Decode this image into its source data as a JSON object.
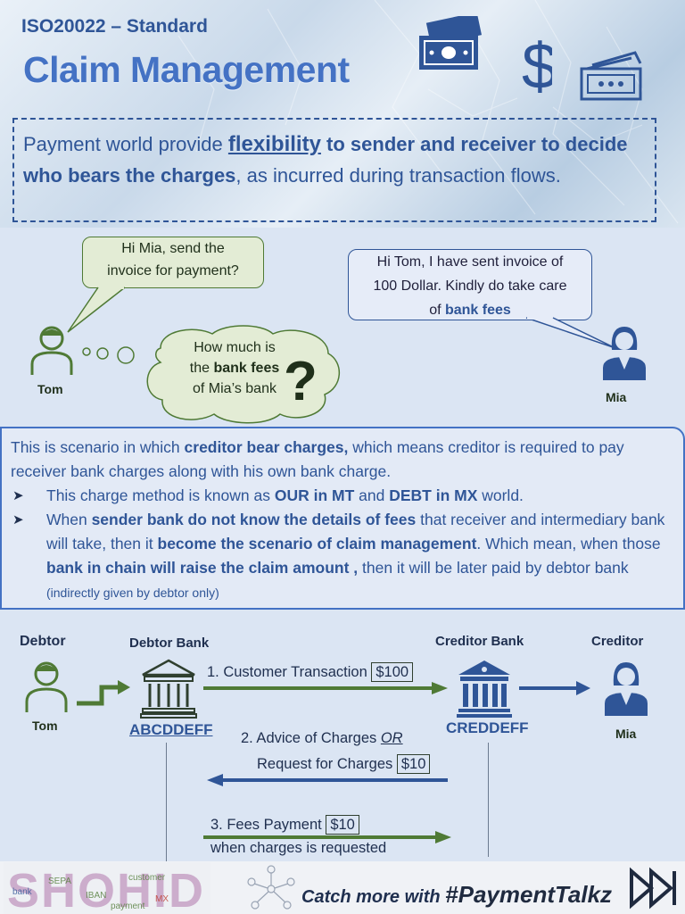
{
  "header": {
    "standard": "ISO20022  – Standard",
    "title": "Claim Management",
    "intro_1": "Payment world provide ",
    "intro_2": "flexibility",
    "intro_3": " to sender and receiver  to decide who bears the charges",
    "intro_4": ", as incurred during transaction flows."
  },
  "chat": {
    "tom_bubble_line1": "Hi Mia, send the",
    "tom_bubble_line2": "invoice for payment?",
    "mia_bubble_line1": "Hi Tom, I have sent invoice of",
    "mia_bubble_line2": "100 Dollar. Kindly do take care",
    "mia_bubble_line3a": "of ",
    "mia_bubble_line3b": "bank fees",
    "thought_line1": "How much is",
    "thought_line2a": "the ",
    "thought_line2b": "bank fees",
    "thought_line3": "of Mia’s bank",
    "tom_label": "Tom",
    "mia_label": "Mia"
  },
  "scenario": {
    "p1a": "This is scenario in which ",
    "p1b": "creditor bear charges,",
    "p1c": " which means creditor is required to pay receiver bank charges along with his own bank charge.",
    "b1a": "This charge method is known as ",
    "b1b": "OUR in MT",
    "b1c": " and ",
    "b1d": "DEBT in MX",
    "b1e": " world.",
    "b2a": "When ",
    "b2b": "sender bank do not know the details of fees",
    "b2c": " that receiver and intermediary bank will take, then it ",
    "b2d": "become the scenario of claim management",
    "b2e": ". Which mean, when those ",
    "b2f": "bank in chain will raise the claim amount ,",
    "b2g": " then it will be later paid by debtor bank ",
    "b2h": "(indirectly given by debtor only)"
  },
  "flow": {
    "debtor": "Debtor",
    "debtor_bank": "Debtor Bank",
    "creditor_bank": "Creditor Bank",
    "creditor": "Creditor",
    "tom": "Tom",
    "mia": "Mia",
    "debtor_bic": "ABCDDEFF",
    "creditor_bic": "CREDDEFF",
    "step1": "1. Customer Transaction",
    "step1_amount": "$100",
    "step2_line1a": "2. Advice of Charges ",
    "step2_line1b": "OR",
    "step2_line2": "Request for Charges",
    "step2_amount": "$10",
    "step3_line1": "3. Fees Payment",
    "step3_amount": "$10",
    "step3_line2": "when charges is  requested"
  },
  "footer": {
    "catch": "Catch more with ",
    "hashtag": "#PaymentTalkz",
    "brand": "SHOHID"
  },
  "colors": {
    "primary": "#2f5597",
    "accent": "#4472c4",
    "green": "#4f7a35",
    "background": "#dbe5f3"
  }
}
